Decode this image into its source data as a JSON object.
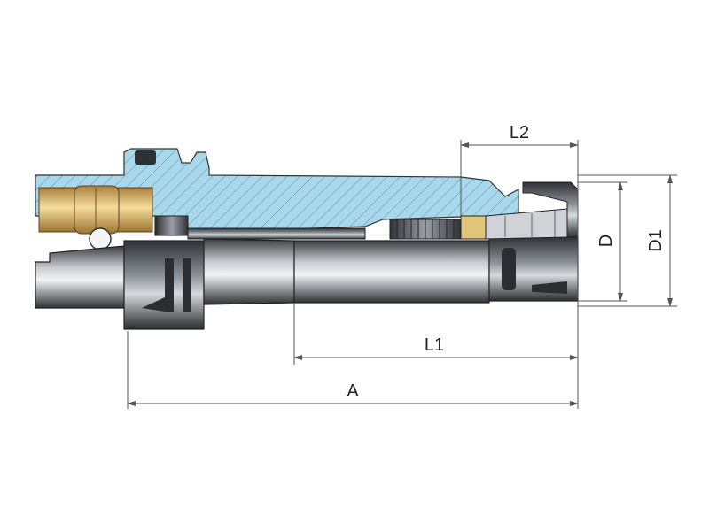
{
  "labels": {
    "L2": "L2",
    "D": "D",
    "D1": "D1",
    "L1": "L1",
    "A": "A"
  },
  "colors": {
    "section_fill": "#a9d8ea",
    "hatch": "#5b8fb0",
    "brass": "#d9b46a",
    "steel_dark": "#3c3f44",
    "steel_light": "#d7dadd",
    "dimension_line": "#555555"
  }
}
